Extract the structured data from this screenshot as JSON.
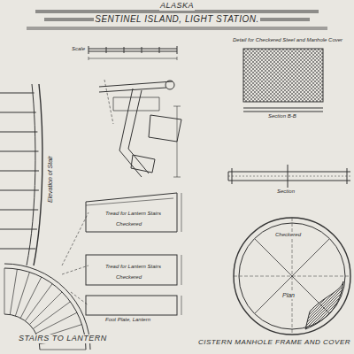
{
  "diagram": {
    "title": "SENTINEL ISLAND, LIGHT STATION.",
    "labels": [
      "ALASKA",
      "Scale",
      "Detail for Checkered Steel and Manhole Cover",
      "Section B-B",
      "Elevation of Stair",
      "Tread for Lantern Stairs",
      "Checkered",
      "Tread for Lantern Stairs",
      "Checkered",
      "Foot Plate, Lantern",
      "Section",
      "Plan",
      "Checkered",
      "STAIRS TO LANTERN",
      "CISTERN MANHOLE FRAME AND COVER"
    ]
  }
}
